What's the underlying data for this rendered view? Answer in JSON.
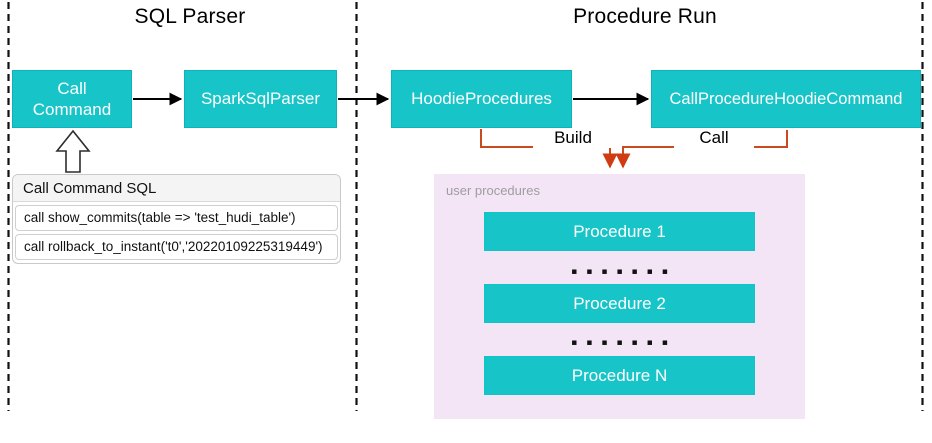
{
  "titles": {
    "left": "SQL Parser",
    "right": "Procedure Run"
  },
  "nodes": {
    "call_command": "Call\nCommand",
    "spark_sql_parser": "SparkSqlParser",
    "hoodie_procedures": "HoodieProcedures",
    "call_procedure_hoodie_command": "CallProcedureHoodieCommand"
  },
  "edge_labels": {
    "build": "Build",
    "call": "Call"
  },
  "sql_panel": {
    "header": "Call Command SQL",
    "rows": [
      "call show_commits(table => 'test_hudi_table')",
      "call rollback_to_instant('t0','20220109225319449')"
    ]
  },
  "user_procedures": {
    "label": "user procedures",
    "items": [
      "Procedure 1",
      "Procedure 2",
      "Procedure N"
    ],
    "dots": "▪▪▪▪▪▪▪"
  },
  "colors": {
    "node_fill": "#17c5c8",
    "node_border": "#0fb2ba",
    "panel_bg": "#f3e4f6",
    "accent_edge": "#cb4a1d",
    "accent_arrowhead": "#cf3c12",
    "label_gray": "#9e9e9e"
  }
}
